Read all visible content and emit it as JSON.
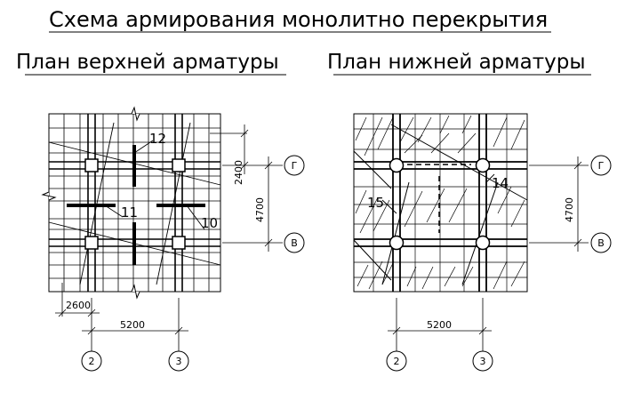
{
  "title": "Схема армирования монолитно перекрытия",
  "plans": [
    {
      "caption": "План верхней арматуры",
      "marks": [
        "12",
        "11",
        "10"
      ],
      "dims": {
        "bay_x": "2600",
        "span_x": "5200",
        "bay_y": "2400",
        "span_y": "4700"
      }
    },
    {
      "caption": "План нижней арматуры",
      "marks": [
        "15",
        "14"
      ],
      "dims": {
        "span_x": "5200",
        "span_y": "4700"
      }
    }
  ],
  "axes": {
    "rows": [
      "Г",
      "В"
    ],
    "columns": [
      "2",
      "3"
    ]
  }
}
